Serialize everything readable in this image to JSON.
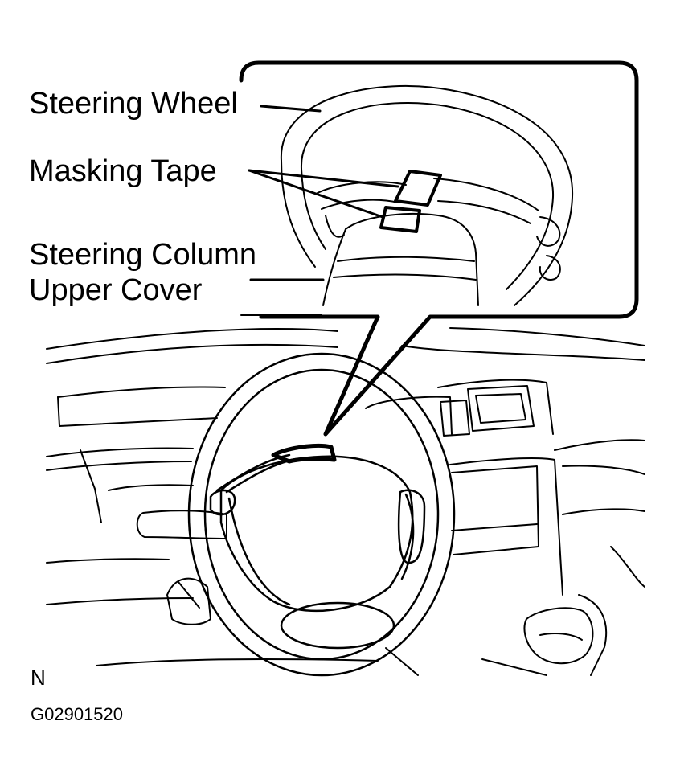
{
  "labels": {
    "steering_wheel": "Steering Wheel",
    "masking_tape": "Masking Tape",
    "column_cover_line1": "Steering Column",
    "column_cover_line2": "Upper Cover"
  },
  "corner_mark": "N",
  "figure_code": "G02901520",
  "colors": {
    "line": "#000000",
    "background": "#ffffff"
  }
}
